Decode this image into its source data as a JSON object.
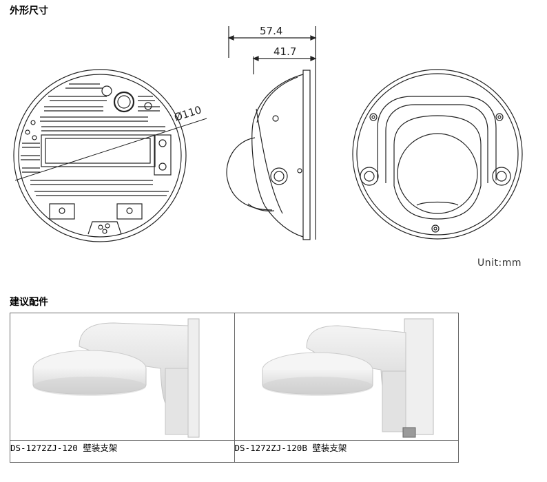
{
  "sections": {
    "dimensions_title": "外形尺寸",
    "accessories_title": "建议配件"
  },
  "dimensions": {
    "diameter": "Ø110",
    "width_total": "57.4",
    "width_inner": "41.7",
    "unit": "Unit:mm"
  },
  "accessories": [
    {
      "caption": "DS-1272ZJ-120 壁装支架"
    },
    {
      "caption": "DS-1272ZJ-120B 壁装支架"
    }
  ]
}
